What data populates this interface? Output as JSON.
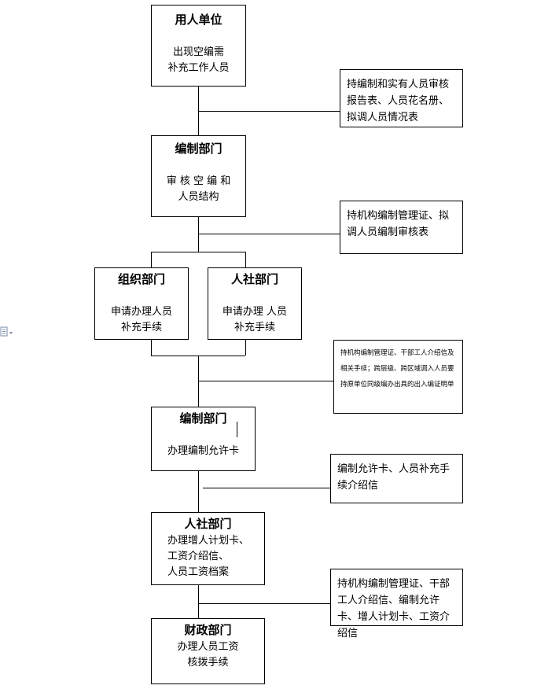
{
  "boxes": {
    "b1": {
      "title": "用人单位",
      "body": "出现空编需\n补充工作人员"
    },
    "b2": {
      "title": "编制部门",
      "body": "审 核 空 编 和\n人员结构"
    },
    "b3": {
      "title": "组织部门",
      "body": "申请办理人员\n补充手续"
    },
    "b4": {
      "title": "人社部门",
      "body": "申请办理 人员\n补充手续"
    },
    "b5": {
      "title": "编制部门",
      "body": "办理编制允许卡"
    },
    "b6": {
      "title": "人社部门",
      "body": "办理增人计划卡、\n工资介绍信、\n人员工资档案"
    },
    "b7": {
      "title": "财政部门",
      "body": "办理人员工资\n核拨手续"
    }
  },
  "notes": {
    "n1": "持编制和实有人员审核报告表、人员花名册、拟调人员情况表",
    "n2": "持机构编制管理证、拟调人员编制审核表",
    "n3": "持机构编制管理证、干部工人介绍信及相关手续；跨层级、跨区域调入人员要持原单位同级编办出具的出入编证明单",
    "n4": "编制允许卡、人员补充手续介绍信",
    "n5": "持机构编制管理证、干部工人介绍信、编制允许卡、增人计划卡、工资介绍信"
  },
  "icons": {
    "side": "document-icon"
  }
}
